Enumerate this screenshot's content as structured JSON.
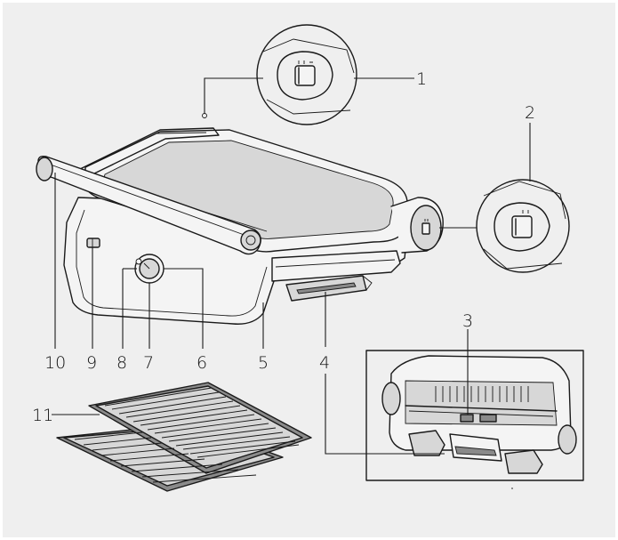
{
  "callouts": {
    "c1": "1",
    "c2": "2",
    "c3": "3",
    "c4": "4",
    "c5": "5",
    "c6": "6",
    "c7": "7",
    "c8": "8",
    "c9": "9",
    "c10": "10",
    "c11": "11"
  },
  "colors": {
    "background": "#efefef",
    "line": "#1a1a1a"
  }
}
